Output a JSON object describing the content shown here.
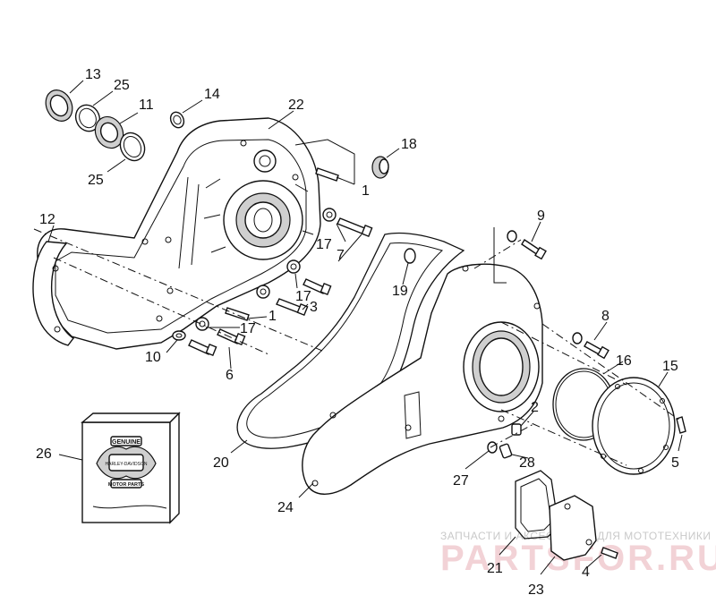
{
  "diagram": {
    "callouts": {
      "c1a": "1",
      "c1b": "1",
      "c2": "2",
      "c3": "3",
      "c4": "4",
      "c5": "5",
      "c6": "6",
      "c7": "7",
      "c8": "8",
      "c9": "9",
      "c10": "10",
      "c11": "11",
      "c12": "12",
      "c13": "13",
      "c14": "14",
      "c15": "15",
      "c16": "16",
      "c17a": "17",
      "c17b": "17",
      "c17c": "17",
      "c18": "18",
      "c19": "19",
      "c20": "20",
      "c21": "21",
      "c22": "22",
      "c23": "23",
      "c24": "24",
      "c25a": "25",
      "c25b": "25",
      "c26": "26",
      "c27": "27",
      "c28": "28"
    },
    "badge": {
      "top": "GENUINE",
      "middle": "HARLEY-DAVIDSON",
      "bottom": "MOTOR PARTS"
    }
  },
  "watermark": {
    "top": "ЗАПЧАСТИ И АКСЕССУАРЫ ДЛЯ МОТОТЕХНИКИ",
    "logo": "PARTSFOR.RU"
  }
}
